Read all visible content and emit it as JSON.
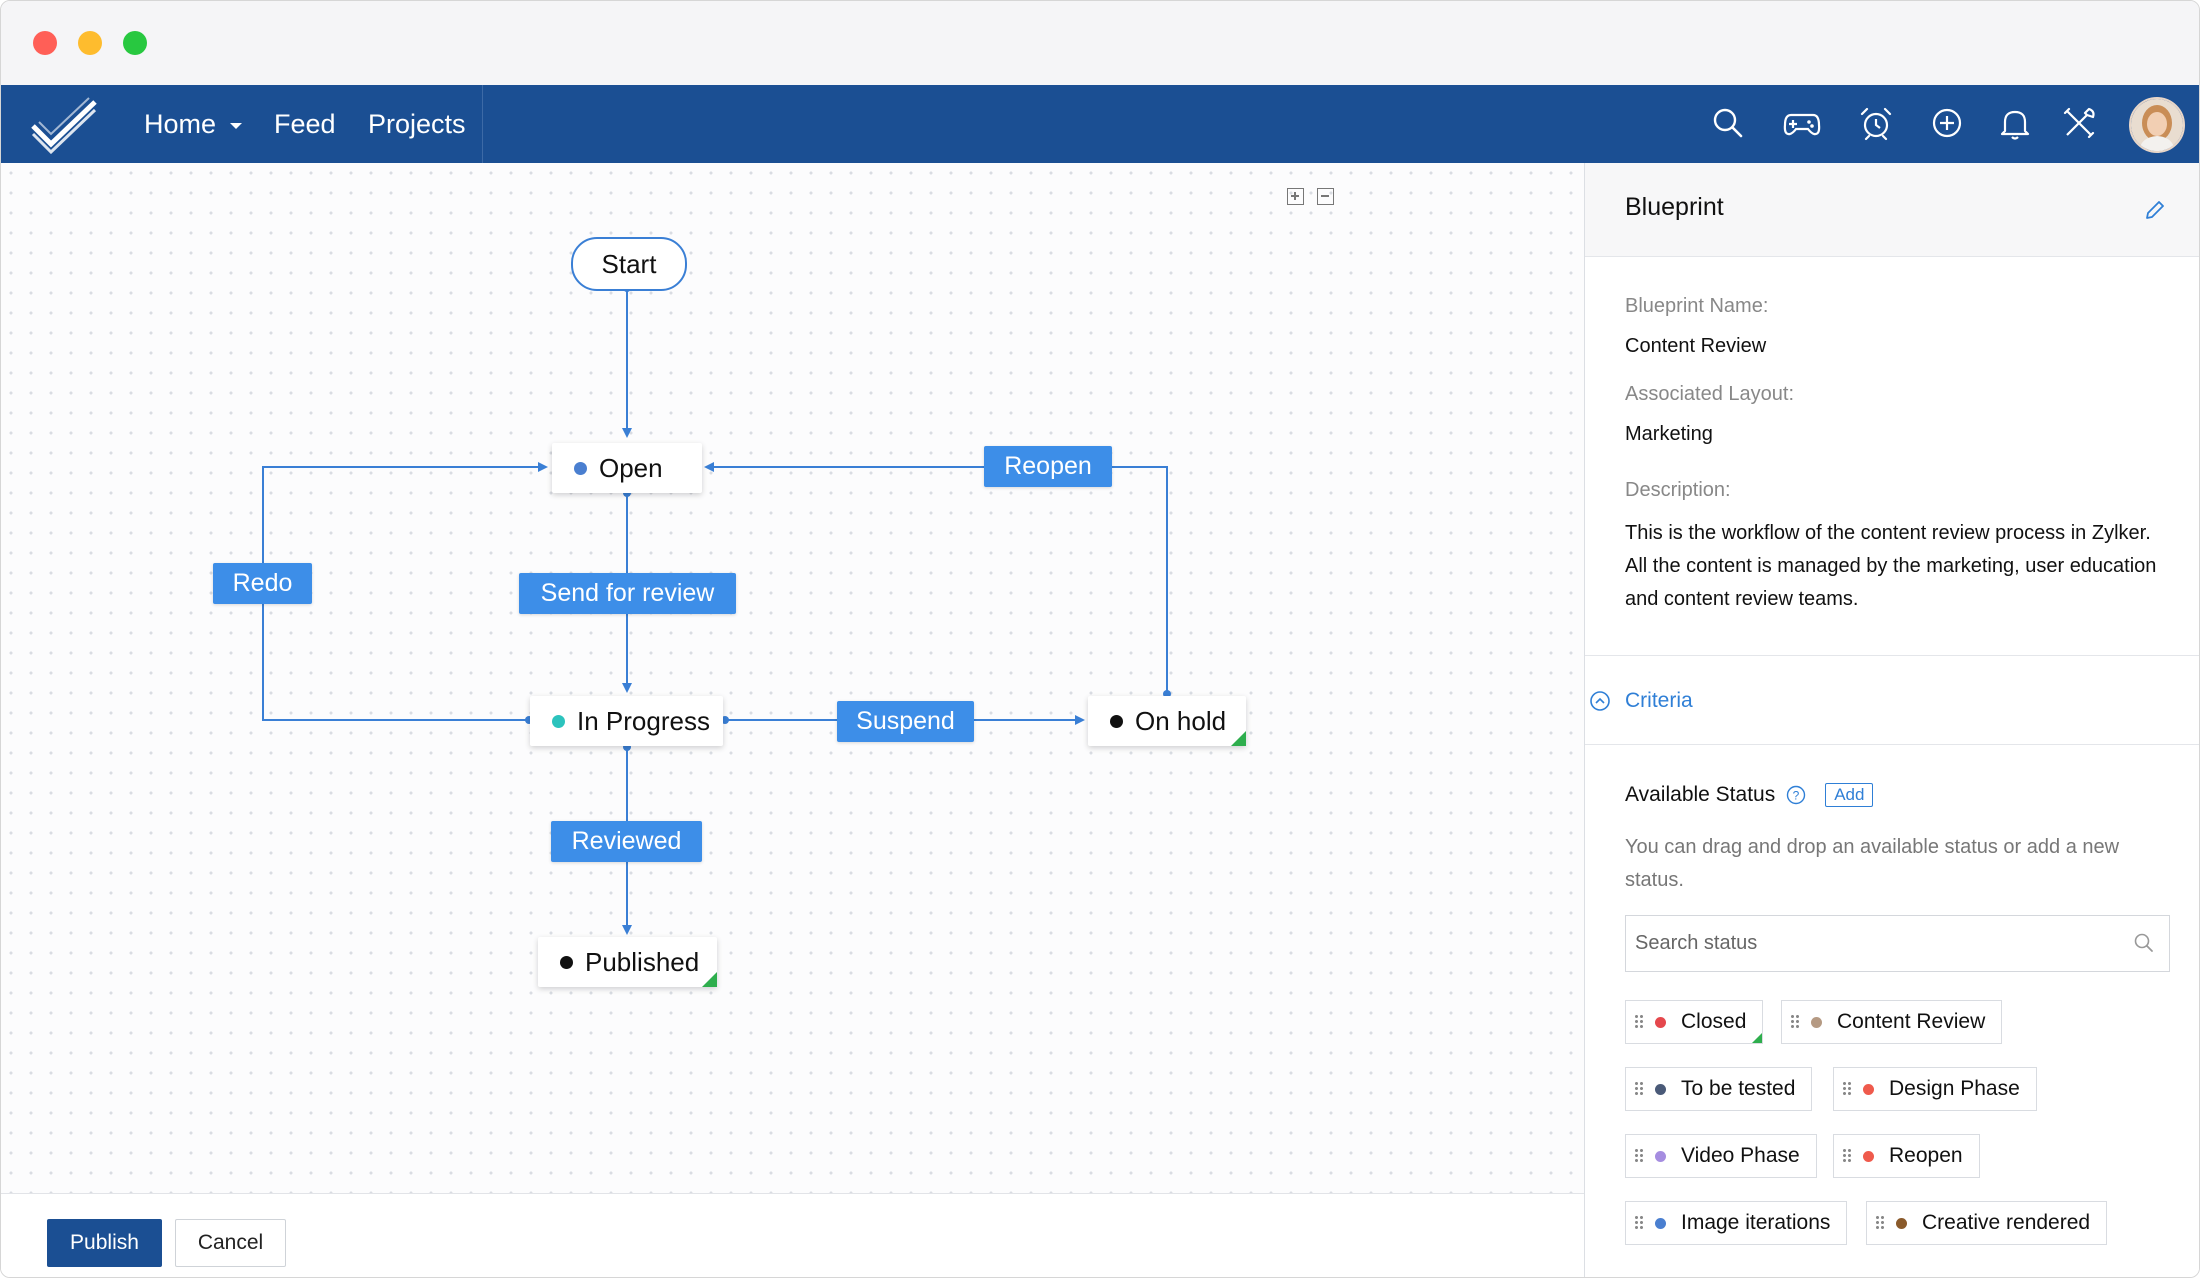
{
  "nav": {
    "items": [
      {
        "label": "Home"
      },
      {
        "label": "Feed"
      },
      {
        "label": "Projects"
      }
    ],
    "icons": [
      "search-icon",
      "gamepad-icon",
      "alarm-clock-icon",
      "add-circle-icon",
      "bell-icon",
      "tools-icon"
    ]
  },
  "blueprint": {
    "nodes": {
      "start": "Start",
      "open": "Open",
      "in_progress": "In Progress",
      "on_hold": "On hold",
      "published": "Published"
    },
    "transitions": {
      "reopen": "Reopen",
      "redo": "Redo",
      "send_for_review": "Send for review",
      "suspend": "Suspend",
      "reviewed": "Reviewed"
    }
  },
  "footer": {
    "publish": "Publish",
    "cancel": "Cancel"
  },
  "panel": {
    "title": "Blueprint",
    "name_label": "Blueprint Name:",
    "name_value": "Content Review",
    "layout_label": "Associated Layout:",
    "layout_value": "Marketing",
    "description_label": "Description:",
    "description_value": "This is the workflow of the content review process in Zylker. All the content is managed by the marketing, user education and content review teams.",
    "criteria": "Criteria",
    "available_status": "Available Status",
    "add": "Add",
    "hint": "You can drag and drop an available status or add a new status.",
    "search_placeholder": "Search status",
    "statuses": [
      {
        "label": "Closed",
        "color": "#e5484d"
      },
      {
        "label": "Content Review",
        "color": "#b59a83"
      },
      {
        "label": "To be tested",
        "color": "#4a5a78"
      },
      {
        "label": "Design Phase",
        "color": "#ef5a4c"
      },
      {
        "label": "Video Phase",
        "color": "#a58de0"
      },
      {
        "label": "Reopen",
        "color": "#ef5a4c"
      },
      {
        "label": "Image iterations",
        "color": "#4a7fd0"
      },
      {
        "label": "Creative rendered",
        "color": "#8a5a2b"
      }
    ]
  },
  "colors": {
    "nav": "#1b4f93",
    "transition": "#3d8ee8",
    "open_dot": "#4a7fd0",
    "in_progress_dot": "#2cc3bd",
    "link": "#2f7fd6"
  }
}
